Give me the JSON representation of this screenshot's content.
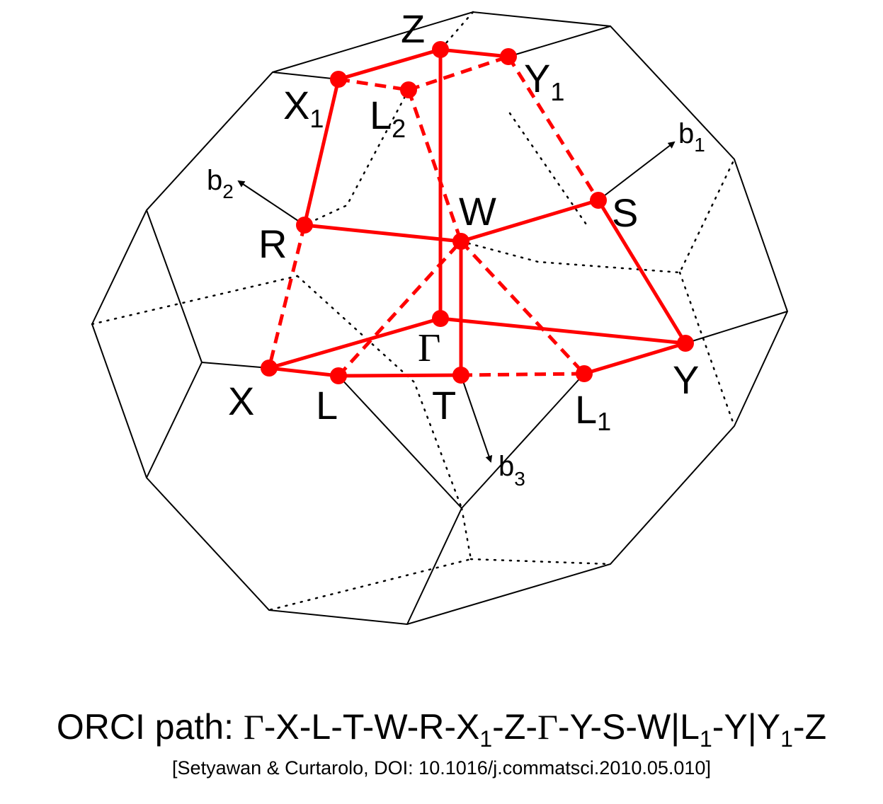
{
  "diagram": {
    "lattice": "ORCI",
    "points": {
      "Z": "Z",
      "Y1": "Y",
      "Y1_sub": "1",
      "X1": "X",
      "X1_sub": "1",
      "L2": "L",
      "L2_sub": "2",
      "S": "S",
      "R": "R",
      "W": "W",
      "Gamma": "Γ",
      "Y": "Y",
      "X": "X",
      "L": "L",
      "T": "T",
      "L1": "L",
      "L1_sub": "1"
    },
    "vectors": {
      "b1": "b",
      "b1_sub": "1",
      "b2": "b",
      "b2_sub": "2",
      "b3": "b",
      "b3_sub": "3"
    },
    "colors": {
      "path": "#ff0000",
      "edges": "#000000"
    }
  },
  "caption": {
    "prefix": "ORCI path: ",
    "g1": "Γ",
    "s1": "-X-L-T-W-R-X",
    "sub1": "1",
    "s2": "-Z-",
    "g2": "Γ",
    "s3": "-Y-S-W|L",
    "sub2": "1",
    "s4": "-Y|Y",
    "sub3": "1",
    "s5": "-Z"
  },
  "citation": "[Setyawan & Curtarolo, DOI: 10.1016/j.commatsci.2010.05.010]"
}
